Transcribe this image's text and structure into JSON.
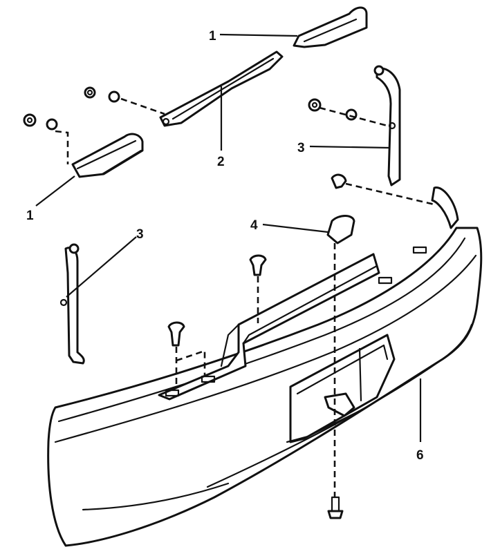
{
  "callouts": {
    "bracket_upper": "1",
    "bracket_lower": "1",
    "reinforcement": "2",
    "side_bracket_right": "3",
    "side_bracket_left": "3",
    "retainer": "4",
    "bumper_cover": "6"
  }
}
